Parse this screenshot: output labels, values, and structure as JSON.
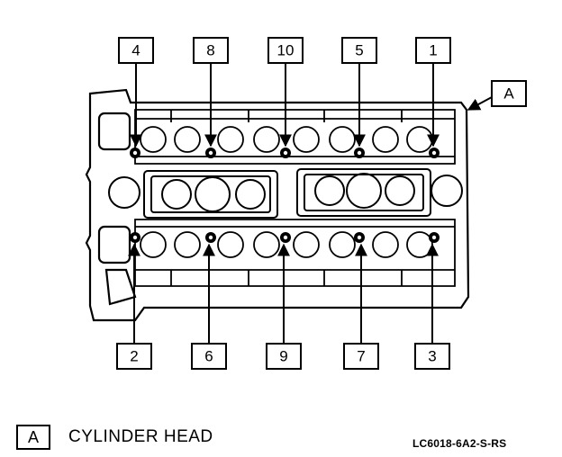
{
  "callout_top": [
    "4",
    "8",
    "10",
    "5",
    "1"
  ],
  "callout_bottom": [
    "2",
    "6",
    "9",
    "7",
    "3"
  ],
  "part_label": "A",
  "legend": {
    "key": "A",
    "text": "CYLINDER HEAD"
  },
  "diagram_code": "LC6018-6A2-S-RS"
}
